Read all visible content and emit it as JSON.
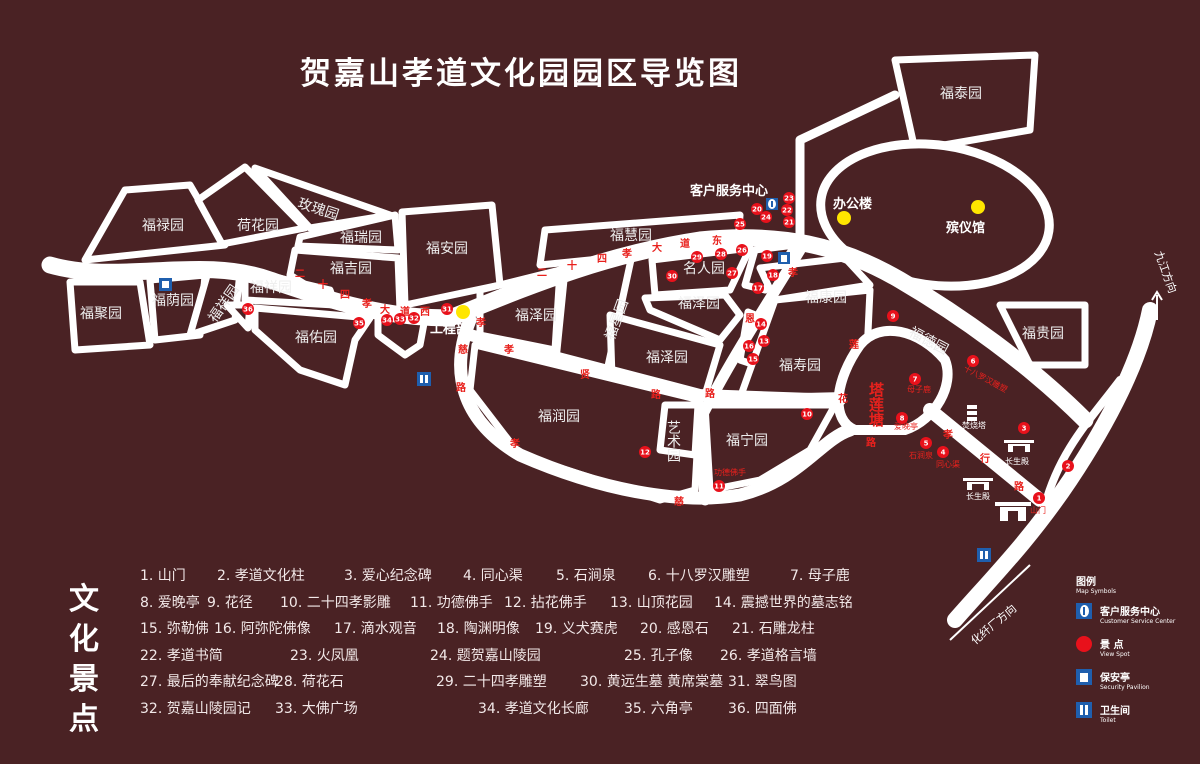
{
  "title": "贺嘉山孝道文化园园区导览图",
  "gardens": [
    "福禄园",
    "荷花园",
    "玫瑰园",
    "福瑞园",
    "福吉园",
    "福安园",
    "福聚园",
    "福荫园",
    "福祥园",
    "福祥园",
    "福佑园",
    "福慧园",
    "名人园",
    "福泽园",
    "福星园",
    "福泽园",
    "福泽园",
    "福康园",
    "福寿园",
    "福润园",
    "艺术园",
    "福宁园",
    "福德园",
    "福贵园",
    "福泰园"
  ],
  "roads": {
    "main_west": [
      "二",
      "十",
      "四",
      "孝",
      "大",
      "道",
      "西"
    ],
    "main_east": [
      "二",
      "十",
      "四",
      "孝",
      "大",
      "道",
      "东"
    ],
    "xiaoci": [
      "孝",
      "慈",
      "路"
    ],
    "xiaoxian": [
      "孝",
      "贤",
      "路"
    ],
    "xiaoen": [
      "孝",
      "恩",
      "路"
    ],
    "xiaoci2": [
      "孝",
      "慈"
    ],
    "lianhua": [
      "莲",
      "花",
      "路"
    ],
    "xiaoxing": [
      "孝",
      "行",
      "路"
    ]
  },
  "facilities": {
    "service_center": "客户服务中心",
    "engineering": "工程部",
    "office": "办公楼",
    "funeral_home": "殡仪馆",
    "pond": "塔莲塘",
    "incinerator": "焚烧塔",
    "hall1": "长生殿",
    "hall2": "长生殿"
  },
  "map_spot_labels": {
    "s1": "山门",
    "s4": "同心渠",
    "s5": "石涧泉",
    "s6": "十八罗汉雕塑",
    "s7": "母子鹿",
    "s8": "爱晚亭",
    "s11": "功德佛手"
  },
  "directions": {
    "jiujiang": "九江方向",
    "huaxian": "化纤厂方向"
  },
  "section_title": "文化景点",
  "spots": [
    {
      "num": "1",
      "name": "山门"
    },
    {
      "num": "2",
      "name": "孝道文化柱"
    },
    {
      "num": "3",
      "name": "爱心纪念碑"
    },
    {
      "num": "4",
      "name": "同心渠"
    },
    {
      "num": "5",
      "name": "石涧泉"
    },
    {
      "num": "6",
      "name": "十八罗汉雕塑"
    },
    {
      "num": "7",
      "name": "母子鹿"
    },
    {
      "num": "8",
      "name": "爱晚亭"
    },
    {
      "num": "9",
      "name": "花径"
    },
    {
      "num": "10",
      "name": "二十四孝影雕"
    },
    {
      "num": "11",
      "name": "功德佛手"
    },
    {
      "num": "12",
      "name": "拈花佛手"
    },
    {
      "num": "13",
      "name": "山顶花园"
    },
    {
      "num": "14",
      "name": "震撼世界的墓志铭"
    },
    {
      "num": "15",
      "name": "弥勒佛"
    },
    {
      "num": "16",
      "name": "阿弥陀佛像"
    },
    {
      "num": "17",
      "name": "滴水观音"
    },
    {
      "num": "18",
      "name": "陶渊明像"
    },
    {
      "num": "19",
      "name": "义犬赛虎"
    },
    {
      "num": "20",
      "name": "感恩石"
    },
    {
      "num": "21",
      "name": "石雕龙柱"
    },
    {
      "num": "22",
      "name": "孝道书简"
    },
    {
      "num": "23",
      "name": "火凤凰"
    },
    {
      "num": "24",
      "name": "题贺嘉山陵园"
    },
    {
      "num": "25",
      "name": "孔子像"
    },
    {
      "num": "26",
      "name": "孝道格言墙"
    },
    {
      "num": "27",
      "name": "最后的奉献纪念碑"
    },
    {
      "num": "28",
      "name": "荷花石"
    },
    {
      "num": "29",
      "name": "二十四孝雕塑"
    },
    {
      "num": "30",
      "name": "黄远生墓 黄席棠墓"
    },
    {
      "num": "31",
      "name": "翠鸟图"
    },
    {
      "num": "32",
      "name": "贺嘉山陵园记"
    },
    {
      "num": "33",
      "name": "大佛广场"
    },
    {
      "num": "34",
      "name": "孝道文化长廊"
    },
    {
      "num": "35",
      "name": "六角亭"
    },
    {
      "num": "36",
      "name": "四面佛"
    }
  ],
  "legend": {
    "title": "图例",
    "title_en": "Map Symbols",
    "items": [
      {
        "icon": "info-icon",
        "label": "客户服务中心",
        "label_en": "Customer Service Center"
      },
      {
        "icon": "view-spot-icon",
        "label": "景 点",
        "label_en": "View Spot"
      },
      {
        "icon": "security-pavilion-icon",
        "label": "保安亭",
        "label_en": "Security Pavilion"
      },
      {
        "icon": "toilet-icon",
        "label": "卫生间",
        "label_en": "Toilet"
      }
    ]
  },
  "colors": {
    "background": "#4a2224",
    "road": "#ffffff",
    "spot": "#e8111b",
    "road_text": "#e8211d",
    "facility_dot": "#ffe600",
    "icon_blue": "#1f5fae"
  }
}
